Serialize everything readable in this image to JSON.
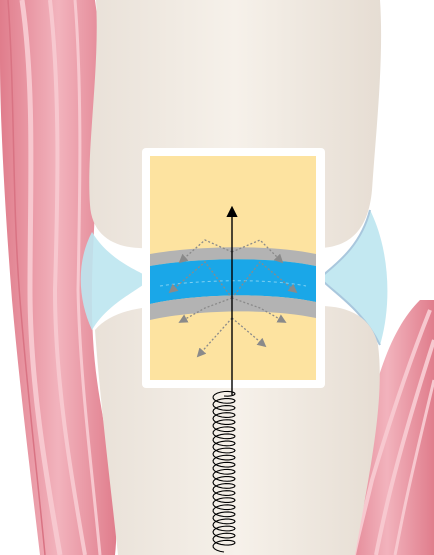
{
  "colors": {
    "background": "#ffffff",
    "muscle": "#e89aa6",
    "muscle_stripe": "#f7c8cf",
    "muscle_edge": "#d97383",
    "bone": "#f3ece4",
    "bone_shade": "#e6ddd3",
    "synovial_fluid": "#bde6f0",
    "inset_frame": "#ffffff",
    "inset_bone": "#fde3a0",
    "cartilage": "#b3b3b3",
    "fluid_layer": "#1aa7e8",
    "scatter_arrow": "#8a8a8a",
    "main_arrow": "#000000",
    "wave": "#000000"
  },
  "elements": {
    "left_muscle": "muscle",
    "right_muscle": "muscle",
    "upper_bone": "bone",
    "lower_bone": "bone",
    "joint_fluid_left": "synovial-fluid",
    "joint_fluid_right": "synovial-fluid",
    "inset": "magnified-joint-layers",
    "incident_wave": "sinusoidal-wave",
    "transmitted_arrow": "arrow-up",
    "reflected_arrows": "dotted-arrows"
  }
}
